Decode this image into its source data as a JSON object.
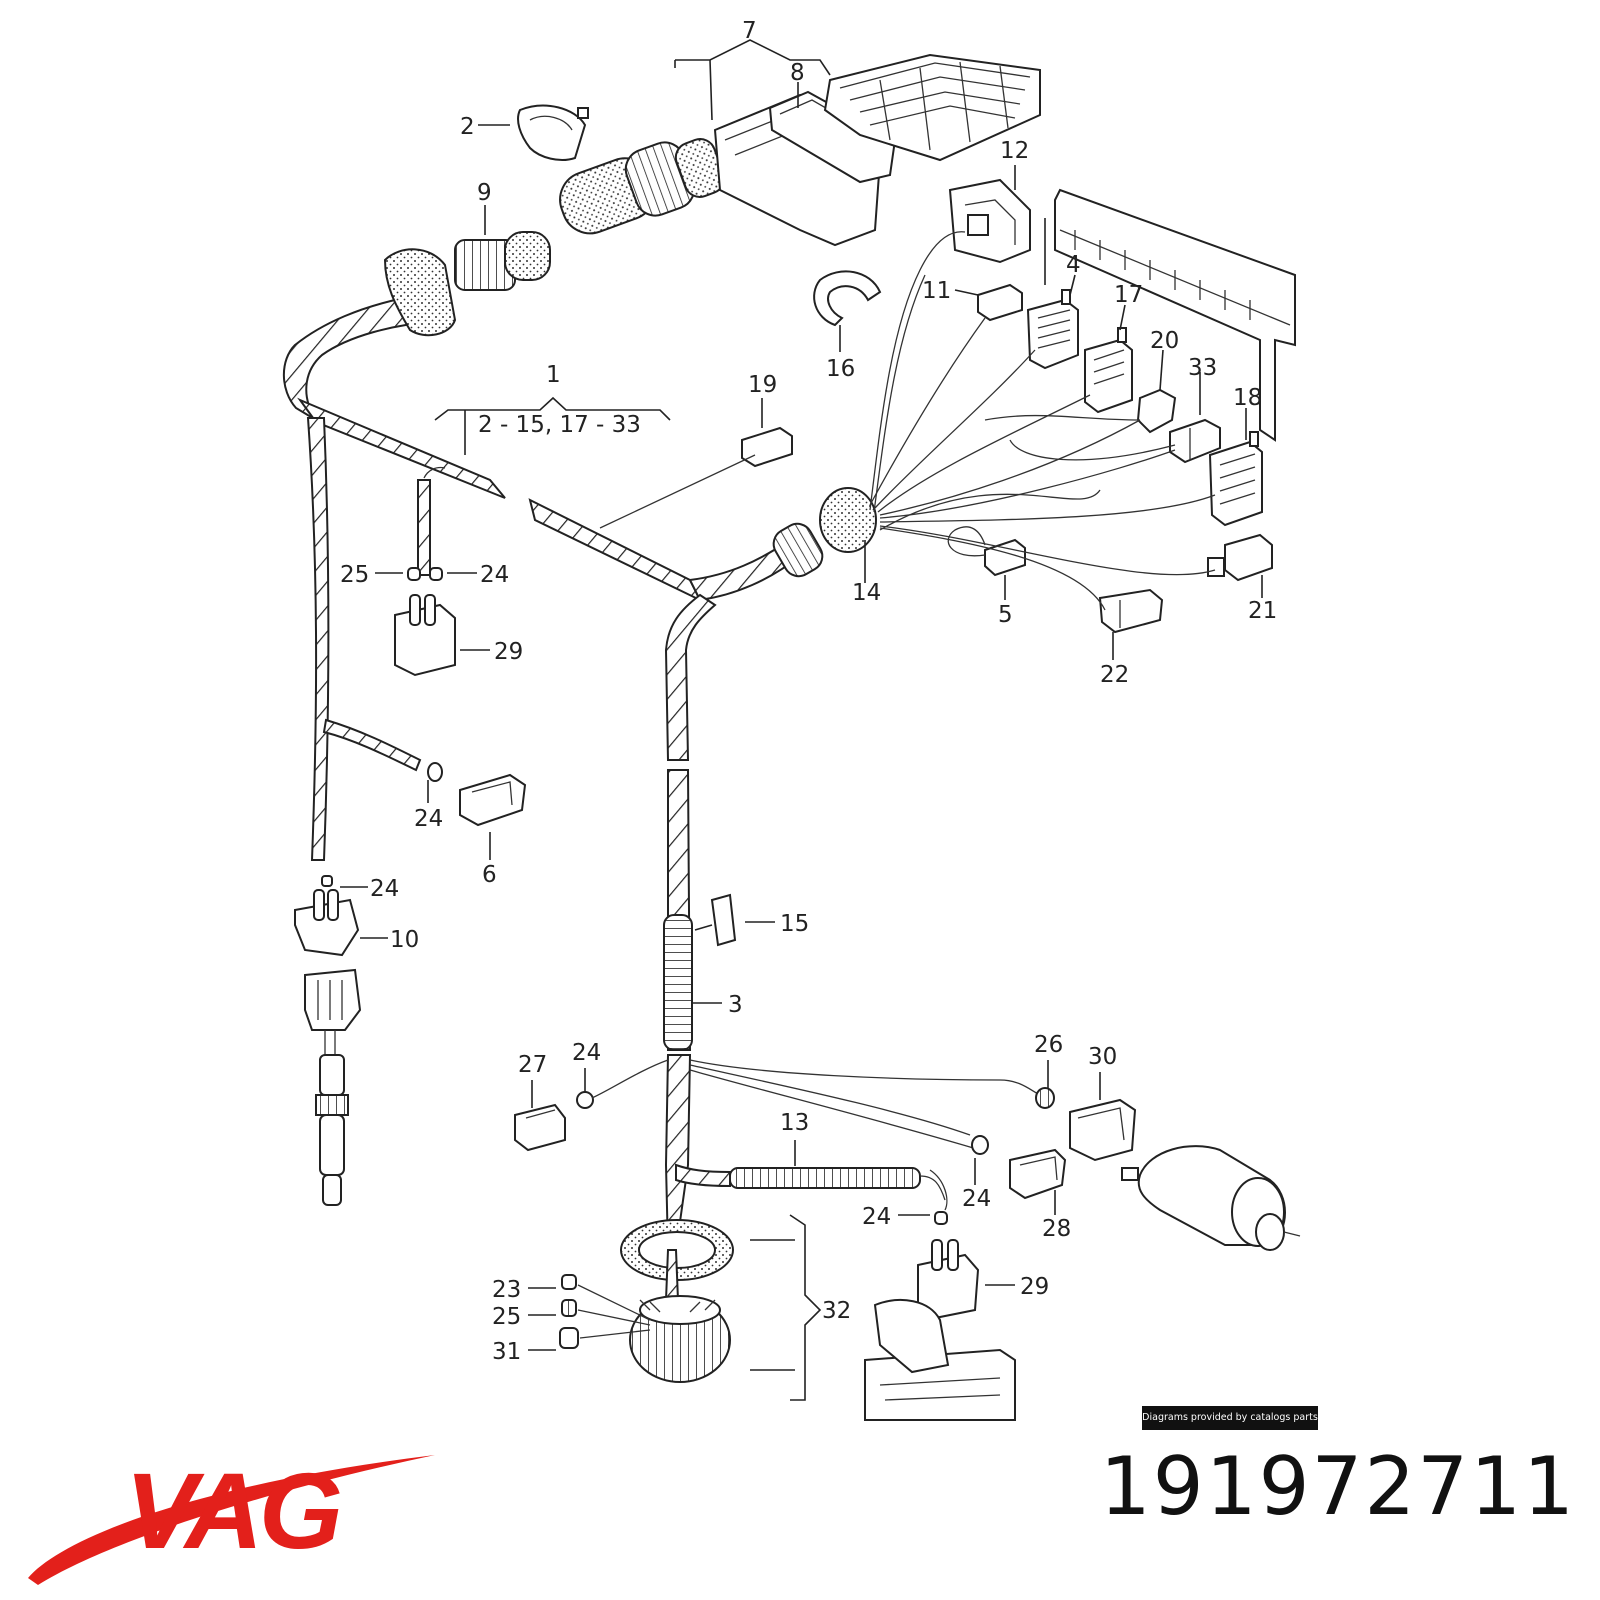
{
  "diagram": {
    "callouts": [
      {
        "id": "c7",
        "text": "7"
      },
      {
        "id": "c8",
        "text": "8"
      },
      {
        "id": "c2",
        "text": "2"
      },
      {
        "id": "c9",
        "text": "9"
      },
      {
        "id": "c12",
        "text": "12"
      },
      {
        "id": "c11",
        "text": "11"
      },
      {
        "id": "c4",
        "text": "4"
      },
      {
        "id": "c17",
        "text": "17"
      },
      {
        "id": "c16",
        "text": "16"
      },
      {
        "id": "c20",
        "text": "20"
      },
      {
        "id": "c33",
        "text": "33"
      },
      {
        "id": "c18",
        "text": "18"
      },
      {
        "id": "c1",
        "text": "1"
      },
      {
        "id": "c1range",
        "text": "2 - 15,  17 - 33"
      },
      {
        "id": "c19",
        "text": "19"
      },
      {
        "id": "c25a",
        "text": "25"
      },
      {
        "id": "c24a",
        "text": "24"
      },
      {
        "id": "c29a",
        "text": "29"
      },
      {
        "id": "c14",
        "text": "14"
      },
      {
        "id": "c5",
        "text": "5"
      },
      {
        "id": "c21",
        "text": "21"
      },
      {
        "id": "c22",
        "text": "22"
      },
      {
        "id": "c24b",
        "text": "24"
      },
      {
        "id": "c6",
        "text": "6"
      },
      {
        "id": "c24c",
        "text": "24"
      },
      {
        "id": "c10",
        "text": "10"
      },
      {
        "id": "c15",
        "text": "15"
      },
      {
        "id": "c3",
        "text": "3"
      },
      {
        "id": "c27",
        "text": "27"
      },
      {
        "id": "c24d",
        "text": "24"
      },
      {
        "id": "c26",
        "text": "26"
      },
      {
        "id": "c30",
        "text": "30"
      },
      {
        "id": "c13",
        "text": "13"
      },
      {
        "id": "c24e",
        "text": "24"
      },
      {
        "id": "c28",
        "text": "28"
      },
      {
        "id": "c24f",
        "text": "24"
      },
      {
        "id": "c29b",
        "text": "29"
      },
      {
        "id": "c23",
        "text": "23"
      },
      {
        "id": "c25b",
        "text": "25"
      },
      {
        "id": "c31",
        "text": "31"
      },
      {
        "id": "c32",
        "text": "32"
      }
    ],
    "credit": "Diagrams provided by catalogs parts"
  },
  "brand": {
    "logo_text": "VAG",
    "logo_color": "#e3201b",
    "part_number": "191972711"
  }
}
